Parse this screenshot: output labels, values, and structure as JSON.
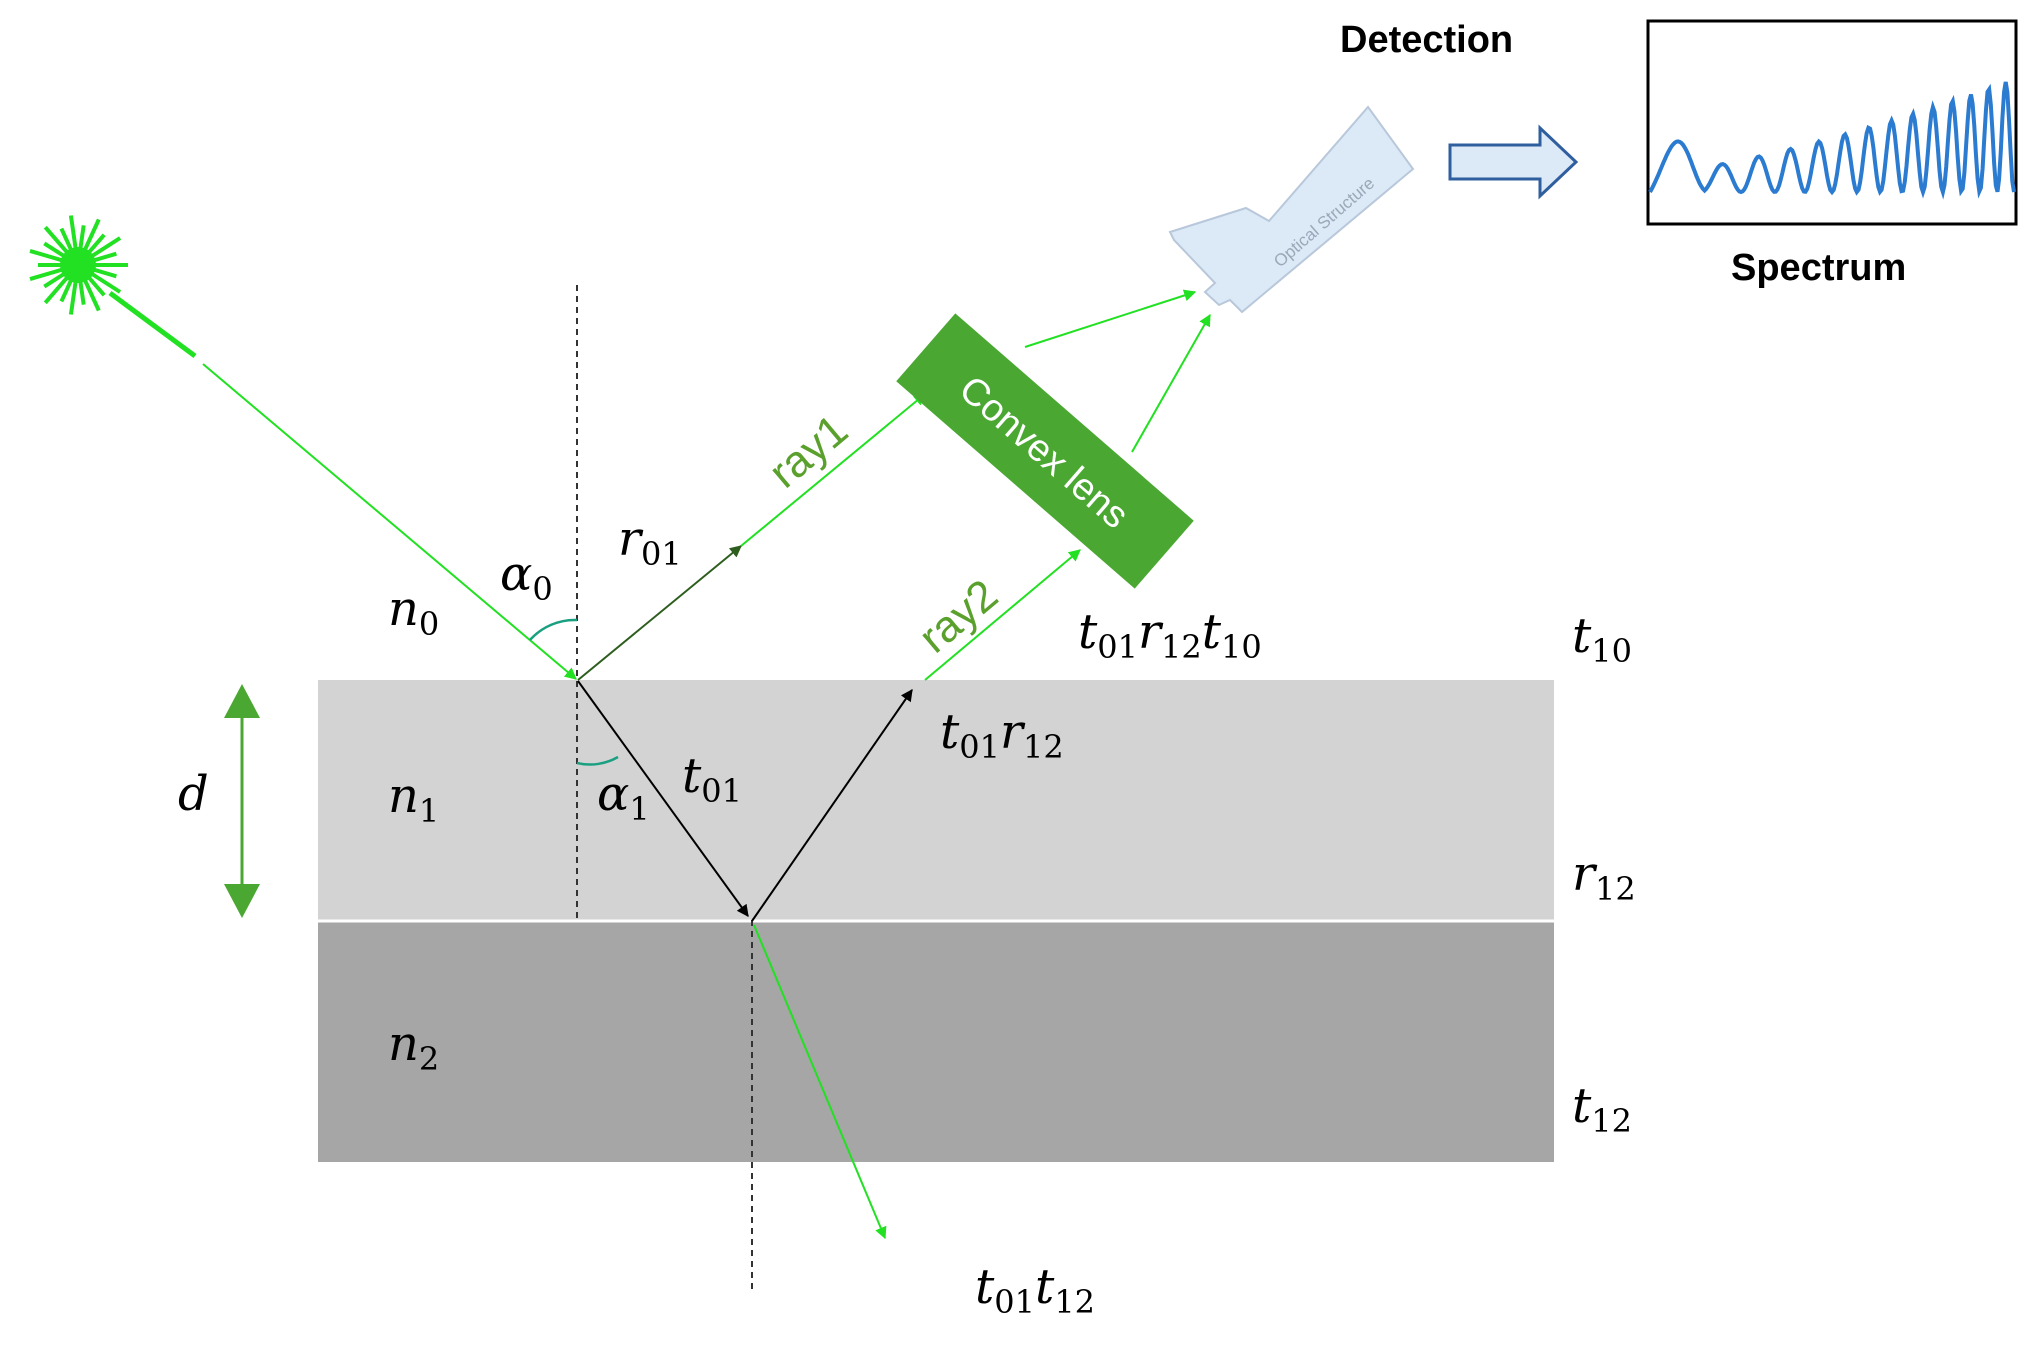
{
  "labels": {
    "detection": "Detection",
    "spectrum": "Spectrum",
    "ray1": "ray1",
    "ray2": "ray2",
    "lens": "Convex lens",
    "detector": "Optical Structure"
  },
  "math": {
    "n0": {
      "base": "n",
      "sub": "0"
    },
    "n1": {
      "base": "n",
      "sub": "1"
    },
    "n2": {
      "base": "n",
      "sub": "2"
    },
    "d": {
      "base": "d"
    },
    "alpha0": {
      "base": "α",
      "sub": "0"
    },
    "alpha1": {
      "base": "α",
      "sub": "1"
    },
    "r01": {
      "base": "r",
      "sub": "01"
    },
    "t01": {
      "base": "t",
      "sub": "01"
    },
    "t01r12": {
      "t": "t",
      "t_sub": "01",
      "r": "r",
      "r_sub": "12"
    },
    "t01r12t10": {
      "t": "t",
      "t_sub": "01",
      "r": "r",
      "r_sub": "12",
      "t2": "t",
      "t2_sub": "10"
    },
    "t10": {
      "base": "t",
      "sub": "10"
    },
    "r12": {
      "base": "r",
      "sub": "12"
    },
    "t12": {
      "base": "t",
      "sub": "12"
    },
    "t01t12": {
      "t": "t",
      "t_sub": "01",
      "t2": "t",
      "t2_sub": "12"
    }
  },
  "colors": {
    "ray_green": "#22e022",
    "dark_green": "#2e5e1e",
    "lens_green": "#4aa832",
    "layer1": "#d3d3d3",
    "layer2": "#a6a6a6",
    "spectrum_line": "#2b7bd0",
    "arrow_outline": "#2f5f9e",
    "arrow_fill": "#dce9f7"
  }
}
